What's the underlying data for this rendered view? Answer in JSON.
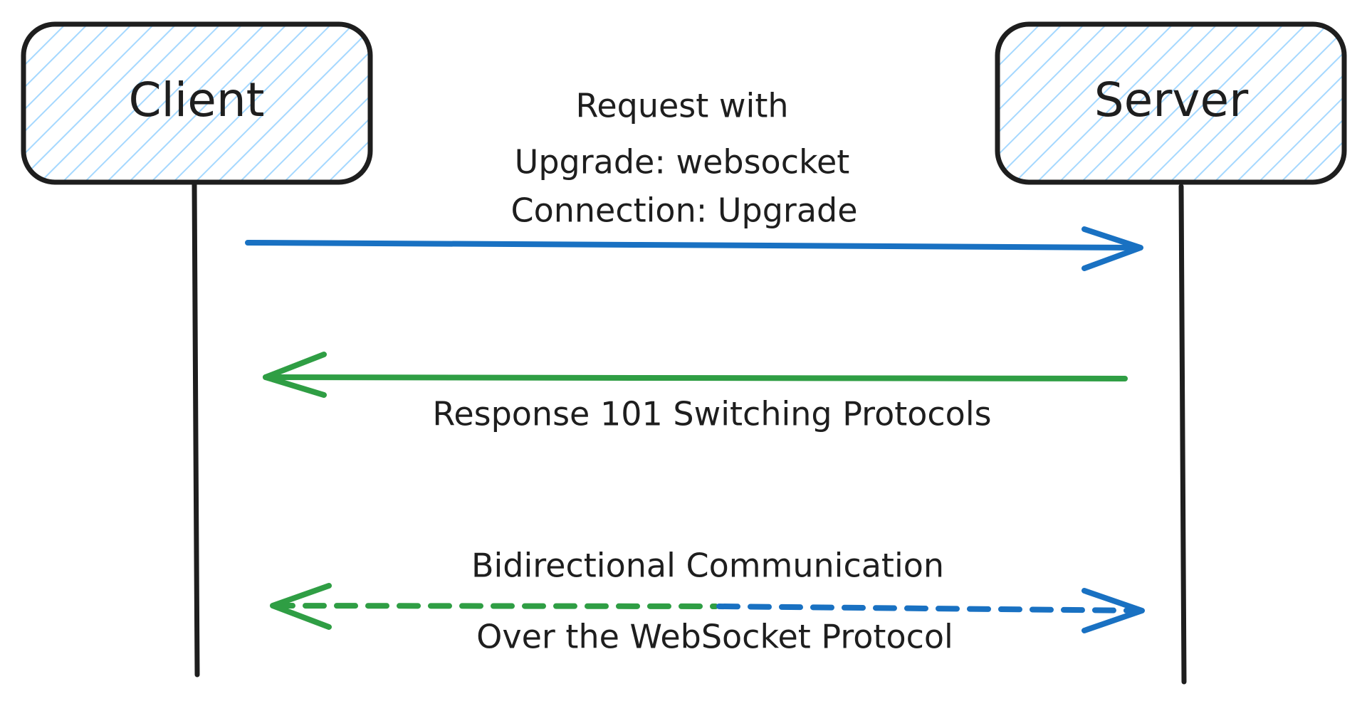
{
  "colors": {
    "ink": "#1e1e1e",
    "hatch": "#a5d8ff",
    "request": "#1971c2",
    "response": "#2f9e44"
  },
  "participants": {
    "client": {
      "label": "Client"
    },
    "server": {
      "label": "Server"
    }
  },
  "messages": {
    "request": {
      "line1": "Request with",
      "line2": "Upgrade: websocket",
      "line3": "Connection: Upgrade"
    },
    "response": {
      "label": "Response 101 Switching Protocols"
    },
    "bidirectional": {
      "line1": "Bidirectional Communication",
      "line2": "Over the WebSocket Protocol"
    }
  }
}
